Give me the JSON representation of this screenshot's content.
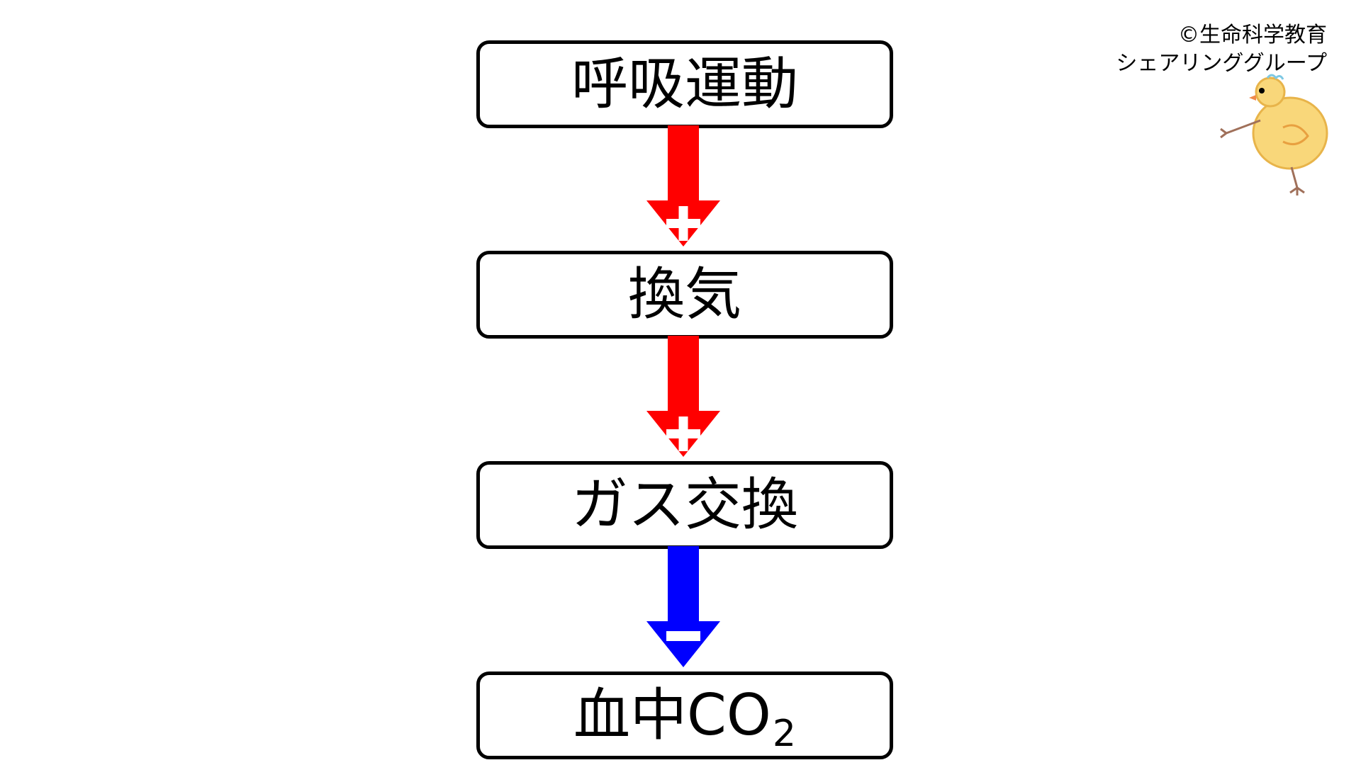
{
  "credit": {
    "line1": "©生命科学教育",
    "line2": "シェアリンググループ"
  },
  "steps": [
    {
      "label": "呼吸運動"
    },
    {
      "label": "換気"
    },
    {
      "label": "ガス交換"
    },
    {
      "label": "血中CO",
      "subscript": "2"
    }
  ],
  "arrows": [
    {
      "sign": "+",
      "color": "#ff0000"
    },
    {
      "sign": "+",
      "color": "#ff0000"
    },
    {
      "sign": "-",
      "color": "#0000ff"
    }
  ],
  "colors": {
    "positive": "#ff0000",
    "negative": "#0000ff",
    "box_border": "#000000"
  },
  "icons": {
    "mascot": "chick-icon"
  }
}
